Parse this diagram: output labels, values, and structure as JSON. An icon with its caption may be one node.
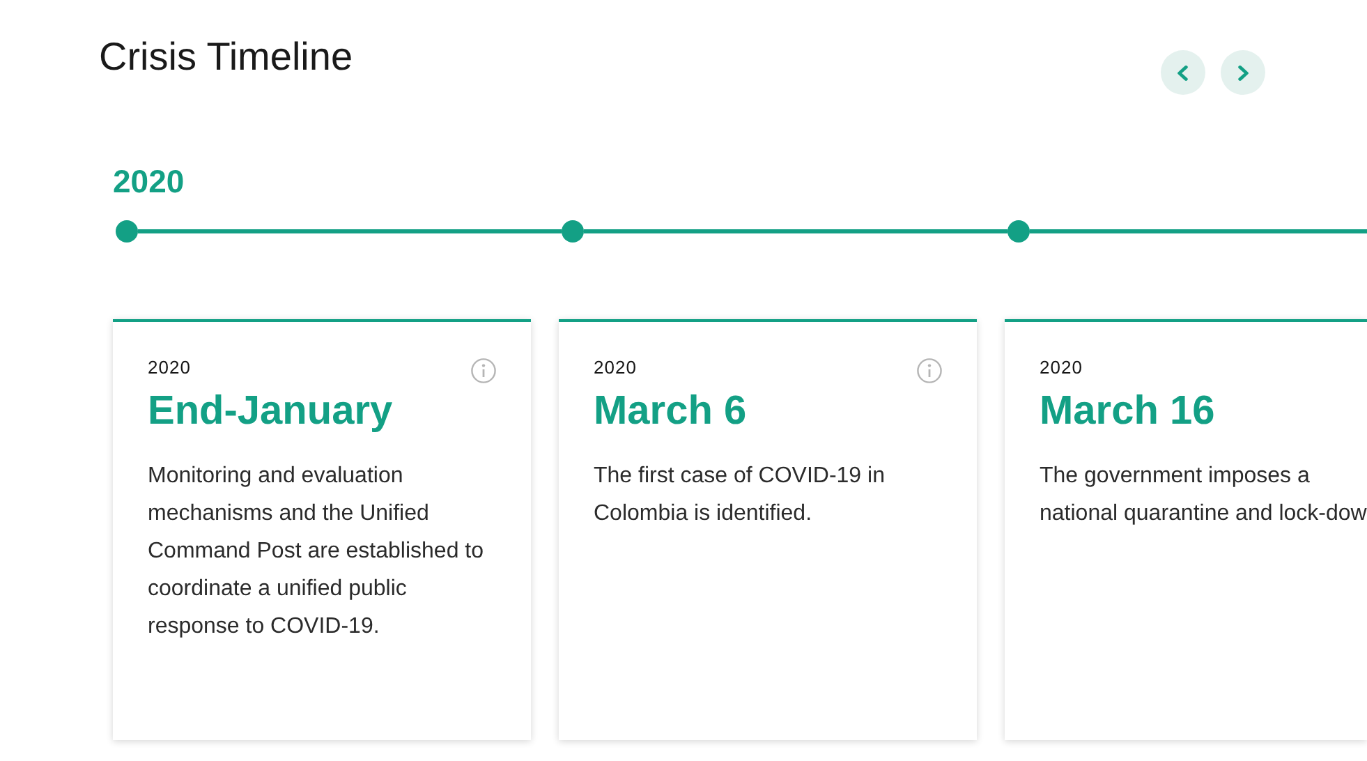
{
  "diagram": {
    "title": "Crisis Timeline",
    "nodes": [
      {
        "text": [],
        "shape": "circle"
      },
      {
        "text": [],
        "shape": "circle"
      },
      {
        "text": [],
        "shape": "circle"
      },
      {
        "text": [
          "2020",
          "End-January",
          "Monitoring and evaluation mechanisms and the Unified Command Post are established to coordinate a unified public response to COVID-19."
        ]
      },
      {
        "text": [
          "2020",
          "March 6",
          "The first case of COVID-19 in Colombia is identified."
        ]
      },
      {
        "text": [
          "2020",
          "March 16",
          "The government imposes a national quarantine and lock-dow"
        ]
      }
    ],
    "edges": [
      {
        "from": 0,
        "to": 1,
        "arrow": "none"
      },
      {
        "from": 1,
        "to": 2,
        "arrow": "none"
      },
      {
        "from": 2,
        "to": null,
        "arrow": "none"
      }
    ],
    "labels": [
      "2020"
    ]
  }
}
